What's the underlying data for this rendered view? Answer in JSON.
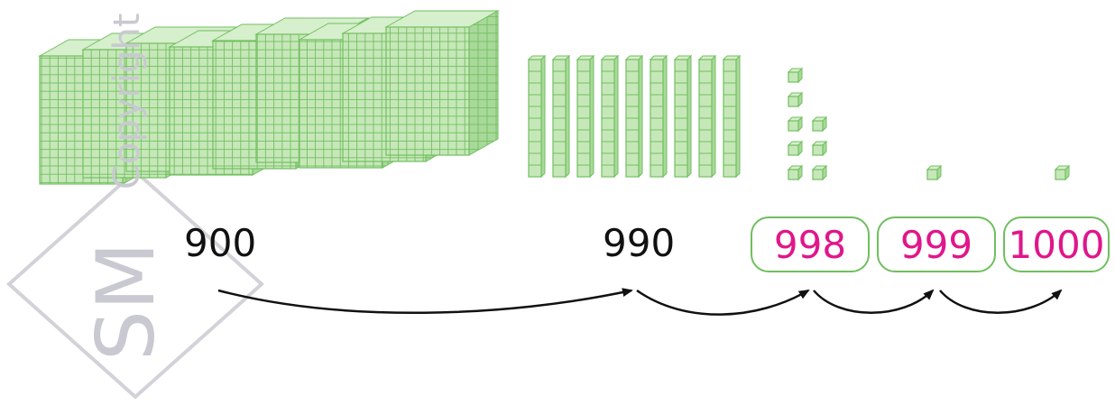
{
  "labels": {
    "hundreds_total": "900",
    "tens_total": "990",
    "steps": [
      "998",
      "999",
      "1000"
    ]
  },
  "blocks": {
    "hundreds_flats": 9,
    "tens_rods": 9,
    "ones_column_a": 5,
    "ones_column_b": 3,
    "ones_after_998": 1,
    "ones_after_999": 1
  },
  "watermark": {
    "text": "Copyright",
    "logo": "SM"
  },
  "colors": {
    "block_fill": "#bfe5b2",
    "block_stroke": "#6fbf5e",
    "step_text": "#e0168b",
    "step_border": "#6fbf5e",
    "label_text": "#111111",
    "arrow": "#111111",
    "watermark": "#c9c9d1"
  }
}
